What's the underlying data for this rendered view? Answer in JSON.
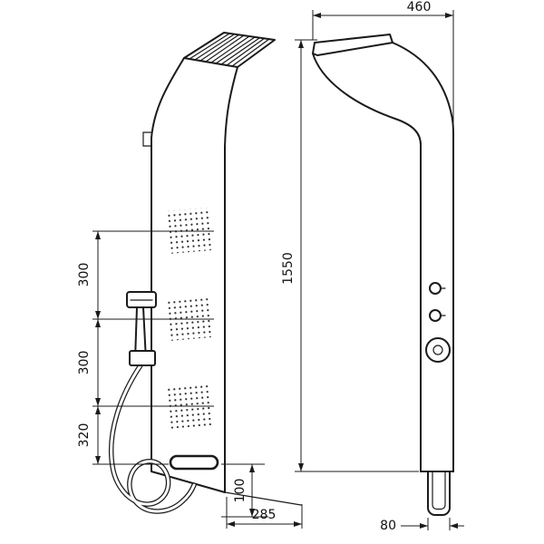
{
  "drawing": {
    "type": "technical-dimension-drawing",
    "subject": "shower panel column - side view and front view",
    "background": "#ffffff",
    "line_color": "#1b1b1b",
    "dimensions": {
      "front_width": "460",
      "front_height": "1550",
      "spout_width": "80",
      "jet_spacing_upper": "300",
      "jet_spacing_lower": "300",
      "bottom_section": "320",
      "base_depth": "285",
      "spout_height": "100"
    }
  }
}
